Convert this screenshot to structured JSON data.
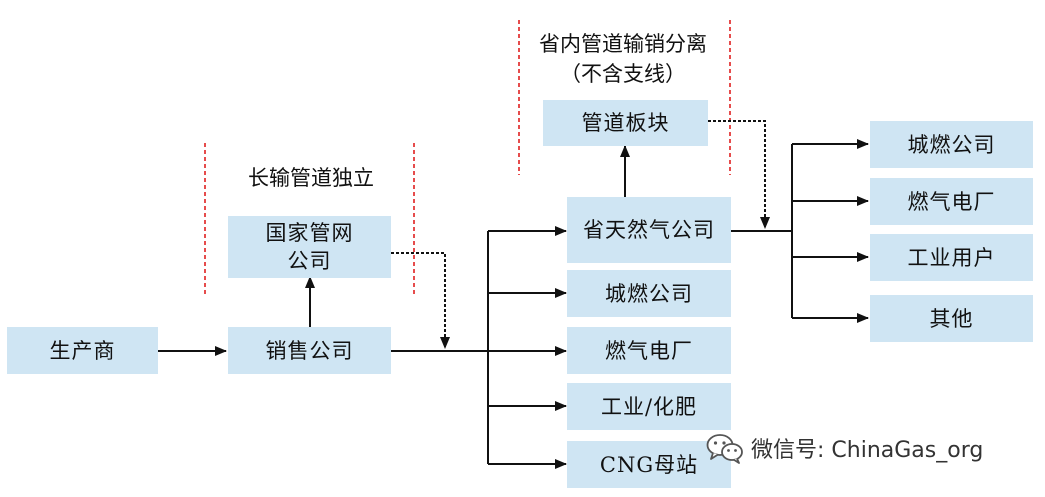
{
  "colors": {
    "box_fill": "#cfe5f3",
    "arrow": "#111111",
    "separator": "#e02020"
  },
  "annotations": {
    "long_pipeline": "长输管道独立",
    "provincial_line1": "省内管道输销分离",
    "provincial_line2": "（不含支线）"
  },
  "nodes": {
    "producer": "生产商",
    "sales_company": "销售公司",
    "national_pipeline_line1": "国家管网",
    "national_pipeline_line2": "公司",
    "pipeline_segment": "管道板块",
    "provincial_gas": "省天然气公司",
    "city_gas_mid": "城燃公司",
    "gas_power_mid": "燃气电厂",
    "industry_fertilizer": "工业/化肥",
    "cng_station": "CNG母站",
    "city_gas_right": "城燃公司",
    "gas_power_right": "燃气电厂",
    "industrial_users": "工业用户",
    "others": "其他"
  },
  "watermark": {
    "icon": "wechat-icon",
    "text": "微信号: ChinaGas_org"
  }
}
